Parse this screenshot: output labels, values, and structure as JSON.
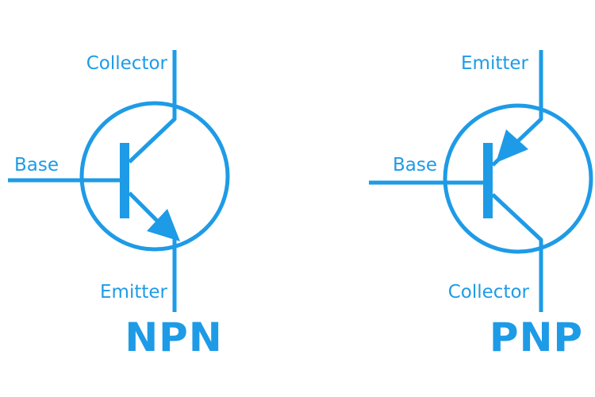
{
  "colors": {
    "symbol": "#1e9be6",
    "background": "#ffffff"
  },
  "npn": {
    "type_label": "NPN",
    "collector_label": "Collector",
    "base_label": "Base",
    "emitter_label": "Emitter"
  },
  "pnp": {
    "type_label": "PNP",
    "emitter_label": "Emitter",
    "base_label": "Base",
    "collector_label": "Collector"
  }
}
